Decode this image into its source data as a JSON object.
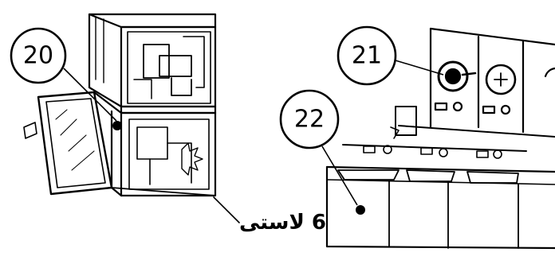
{
  "callouts": [
    {
      "id": "callout-20",
      "number": "20"
    },
    {
      "id": "callout-21",
      "number": "21"
    },
    {
      "id": "callout-22",
      "number": "22"
    }
  ],
  "bottom_label": "6 لاستی",
  "colors": {
    "ink": "#000000",
    "paper": "#ffffff"
  }
}
